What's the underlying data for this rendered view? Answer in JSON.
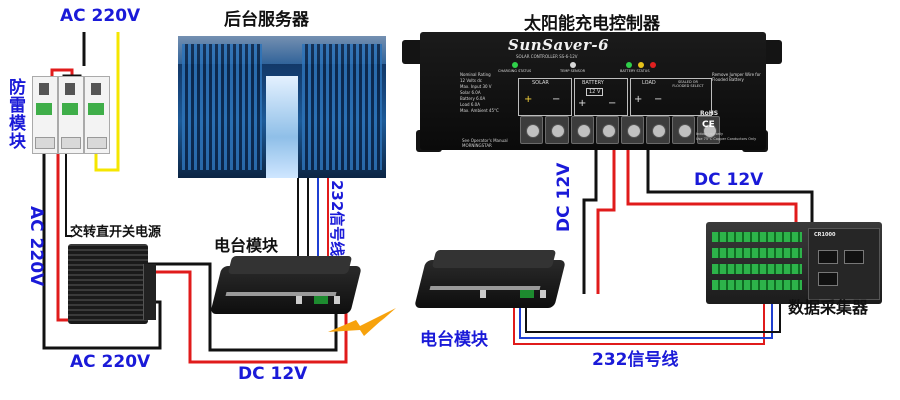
{
  "labels": {
    "ac_top": "AC 220V",
    "surge_protector": "防雷模块",
    "ac_left": "AC 220V",
    "power_supply": "交转直开关电源",
    "ac_bottom": "AC 220V",
    "dc_bottom": "DC 12V",
    "backend_server": "后台服务器",
    "radio_left": "电台模块",
    "signal_vertical": "232信号线",
    "solar_controller": "太阳能充电控制器",
    "dc_vertical": "DC 12V",
    "dc_right": "DC 12V",
    "radio_right": "电台模块",
    "signal_bottom": "232信号线",
    "data_logger": "数据采集器"
  },
  "solar_panel": {
    "brand": "SunSaver-6",
    "subtitle": "SOLAR CONTROLLER SS-6-12V",
    "status_charging": "CHARGING STATUS",
    "status_temp": "TEMP SENSOR",
    "status_battery": "BATTERY STATUS",
    "section_solar": "SOLAR",
    "section_battery": "BATTERY",
    "section_load": "LOAD",
    "section_sealed": "SEALED OR FLOODED SELECT",
    "battery_voltage": "12 V",
    "remove_note": "Remove Jumper Wire for Flooded Battery",
    "rating_lines": [
      "Nominal Rating",
      "12 Volts dc",
      "Max. Input 30 V",
      "Solar 6.0A",
      "Battery 6.0A",
      "Load 6.0A",
      "Max. Ambient 45°C"
    ],
    "operators_manual": "See Operator's Manual",
    "maker": "MORNINGSTAR",
    "rohs": "RoHS",
    "ce": "CE",
    "indoor_note": "Indoor use only",
    "wire_note": "Use 75°C Copper Conductors Only"
  },
  "logger_panel": {
    "model": "CR1000"
  },
  "colors": {
    "label_blue": "#1a1ad8",
    "wire_red": "#e01b1b",
    "wire_black": "#111111",
    "wire_yellow": "#f5e600",
    "wire_blue": "#1f3fd0",
    "wireless_orange": "#f7a20c"
  }
}
